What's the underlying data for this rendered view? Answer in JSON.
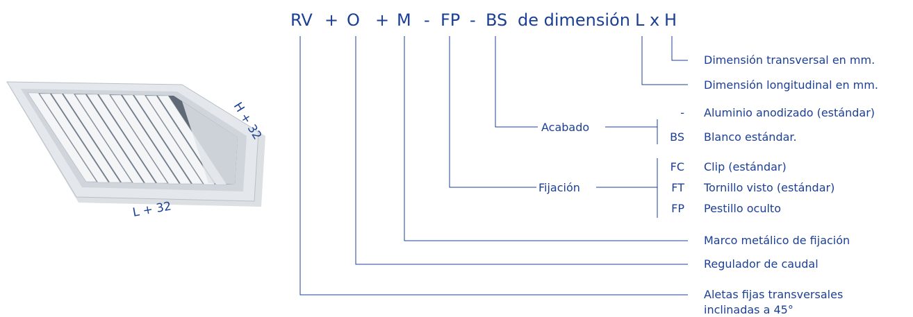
{
  "colors": {
    "accent": "#1b3f95",
    "grille_frame": "#e4e8ec",
    "grille_slot": "#5f6a76"
  },
  "code": {
    "rv": "RV",
    "plus1": "+",
    "o": "O",
    "plus2": "+",
    "m": "M",
    "dash1": "-",
    "fp": "FP",
    "dash2": "-",
    "bs": "BS",
    "de_dimension": "de dimensión",
    "l": "L",
    "x": "x",
    "h": "H"
  },
  "descriptions": {
    "h": "Dimensión transversal en mm.",
    "l": "Dimensión longitudinal en mm.",
    "m": "Marco metálico de fijación",
    "o": "Regulador de caudal",
    "rv_line1": "Aletas fijas transversales",
    "rv_line2": "inclinadas a 45°"
  },
  "acabado": {
    "label": "Acabado",
    "options": [
      {
        "code": "-",
        "text": "Aluminio anodizado (estándar)"
      },
      {
        "code": "BS",
        "text": "Blanco estándar."
      }
    ]
  },
  "fijacion": {
    "label": "Fijación",
    "options": [
      {
        "code": "FC",
        "text": "Clip (estándar)"
      },
      {
        "code": "FT",
        "text": "Tornillo visto (estándar)"
      },
      {
        "code": "FP",
        "text": "Pestillo oculto"
      }
    ]
  },
  "image": {
    "width_label": "L + 32",
    "height_label": "H + 32"
  }
}
